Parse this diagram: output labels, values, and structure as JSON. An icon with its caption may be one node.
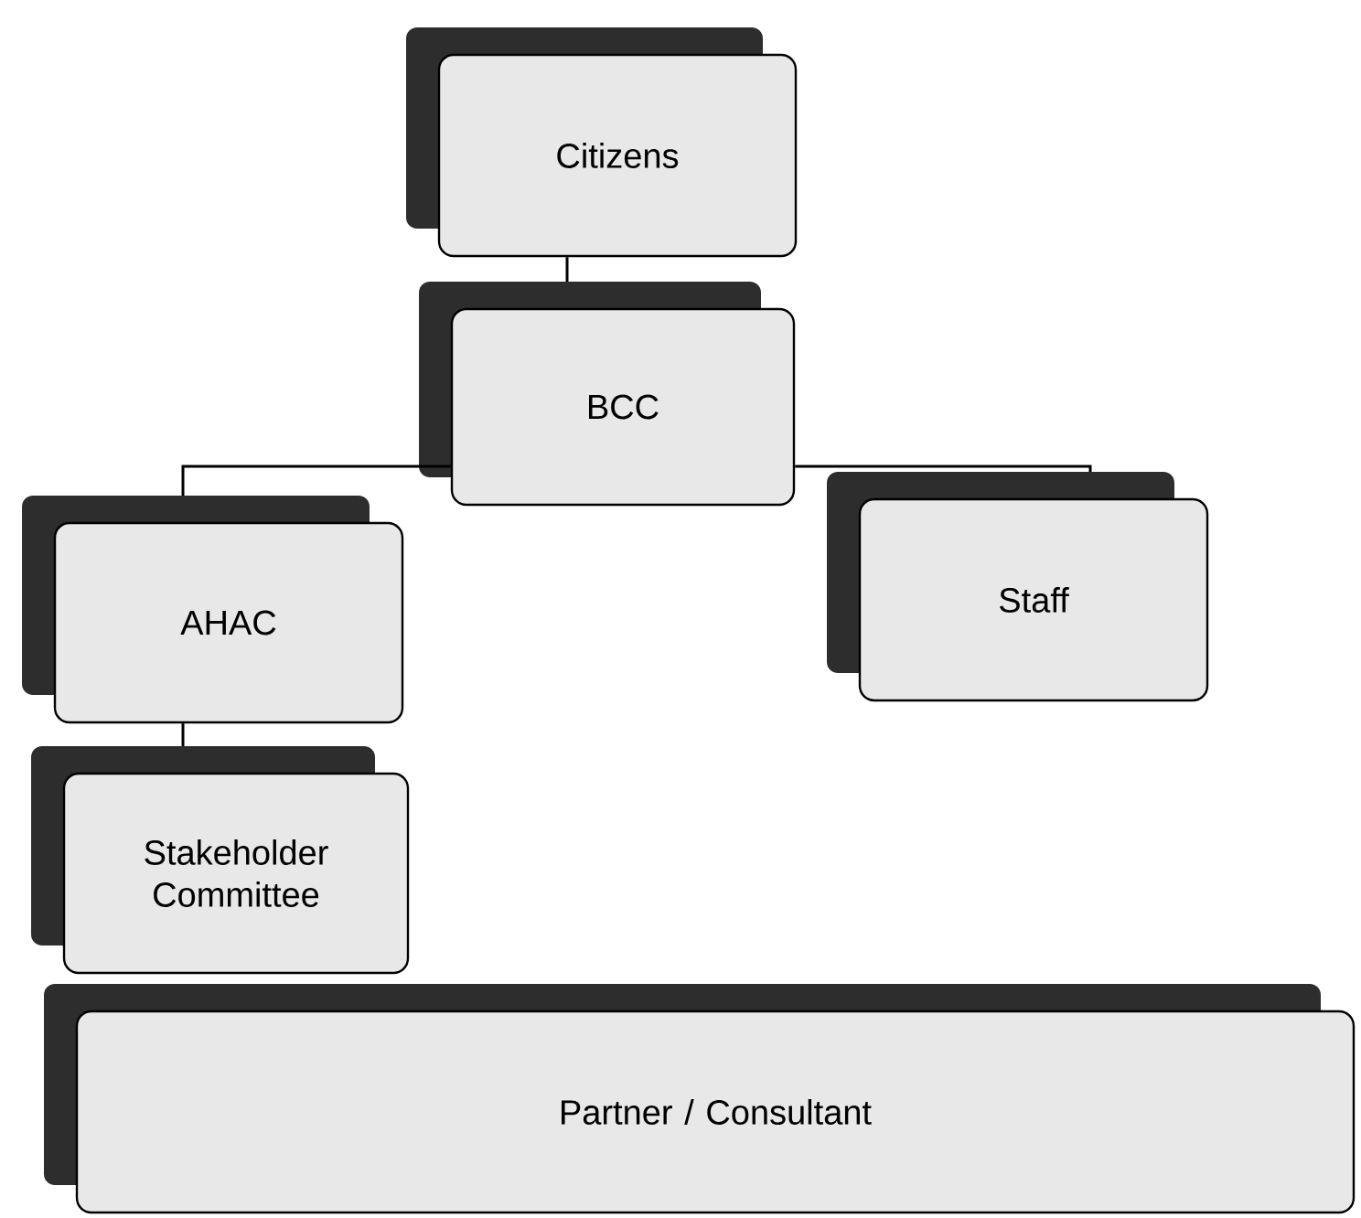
{
  "diagram": {
    "nodes": [
      {
        "text": [
          "Citizens"
        ]
      },
      {
        "text": [
          "BCC"
        ]
      },
      {
        "text": [
          "AHAC"
        ]
      },
      {
        "text": [
          "Staff"
        ]
      },
      {
        "text": [
          "Stakeholder Committee"
        ]
      },
      {
        "text": [
          "Partner / Consultant"
        ]
      }
    ],
    "edges": [
      {
        "from": 0,
        "to": 1,
        "arrow": "none"
      },
      {
        "from": 1,
        "to": 2,
        "arrow": "none"
      },
      {
        "from": 1,
        "to": 3,
        "arrow": "none"
      },
      {
        "from": 2,
        "to": 4,
        "arrow": "none"
      }
    ]
  }
}
